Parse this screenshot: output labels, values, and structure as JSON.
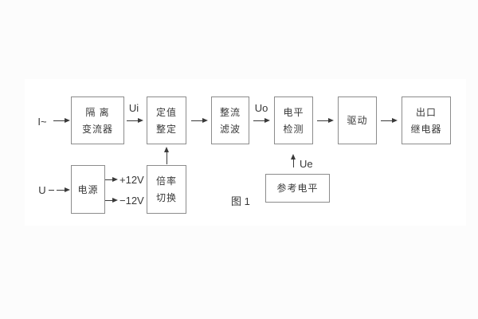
{
  "figure": {
    "caption": "图 1",
    "colors": {
      "page_background": "#fcfcfc",
      "canvas": "#ffffff",
      "line": "#3a3a3a",
      "box_border": "#8c8c8c",
      "text": "#383838"
    },
    "inputs": {
      "ac_current": "I~",
      "voltage": "U"
    },
    "signals": {
      "ui": "Ui",
      "uo": "Uo",
      "ue": "Ue"
    },
    "power_rails": {
      "positive": "+12V",
      "negative": "−12V"
    },
    "blocks": {
      "isolation_transformer": {
        "line1": "隔 离",
        "line2": "变流器"
      },
      "setting_adjust": {
        "line1": "定值",
        "line2": "整定"
      },
      "rectify_filter": {
        "line1": "整流",
        "line2": "滤波"
      },
      "level_detect": {
        "line1": "电平",
        "line2": "检测"
      },
      "drive": {
        "line1": "驱动"
      },
      "output_relay": {
        "line1": "出口",
        "line2": "继电器"
      },
      "power_supply": {
        "line1": "电源"
      },
      "ratio_switch": {
        "line1": "倍率",
        "line2": "切换"
      },
      "reference_level": {
        "line1": "参考电平"
      }
    }
  }
}
